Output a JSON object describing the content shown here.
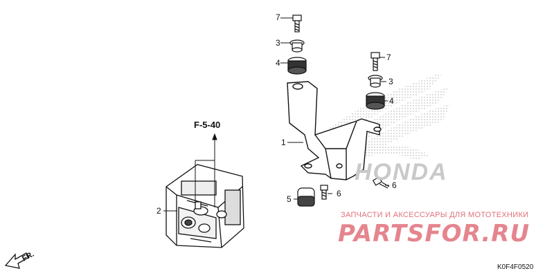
{
  "diagram": {
    "callouts": [
      {
        "id": "c7a",
        "label": "7"
      },
      {
        "id": "c3a",
        "label": "3"
      },
      {
        "id": "c4a",
        "label": "4"
      },
      {
        "id": "c7b",
        "label": "7"
      },
      {
        "id": "c3b",
        "label": "3"
      },
      {
        "id": "c4b",
        "label": "4"
      },
      {
        "id": "c1",
        "label": "1"
      },
      {
        "id": "c2",
        "label": "2"
      },
      {
        "id": "c5",
        "label": "5"
      },
      {
        "id": "c6a",
        "label": "6"
      },
      {
        "id": "c6b",
        "label": "6"
      }
    ],
    "reference": "F-5-40",
    "direction": "FR.",
    "diagram_code": "K0F4F0520",
    "background_logo": "HONDA"
  },
  "watermark": {
    "tagline": "ЗАПЧАСТИ И АКСЕССУАРЫ ДЛЯ МОТОТЕХНИКИ",
    "brand": "PARTSFOR.RU"
  }
}
